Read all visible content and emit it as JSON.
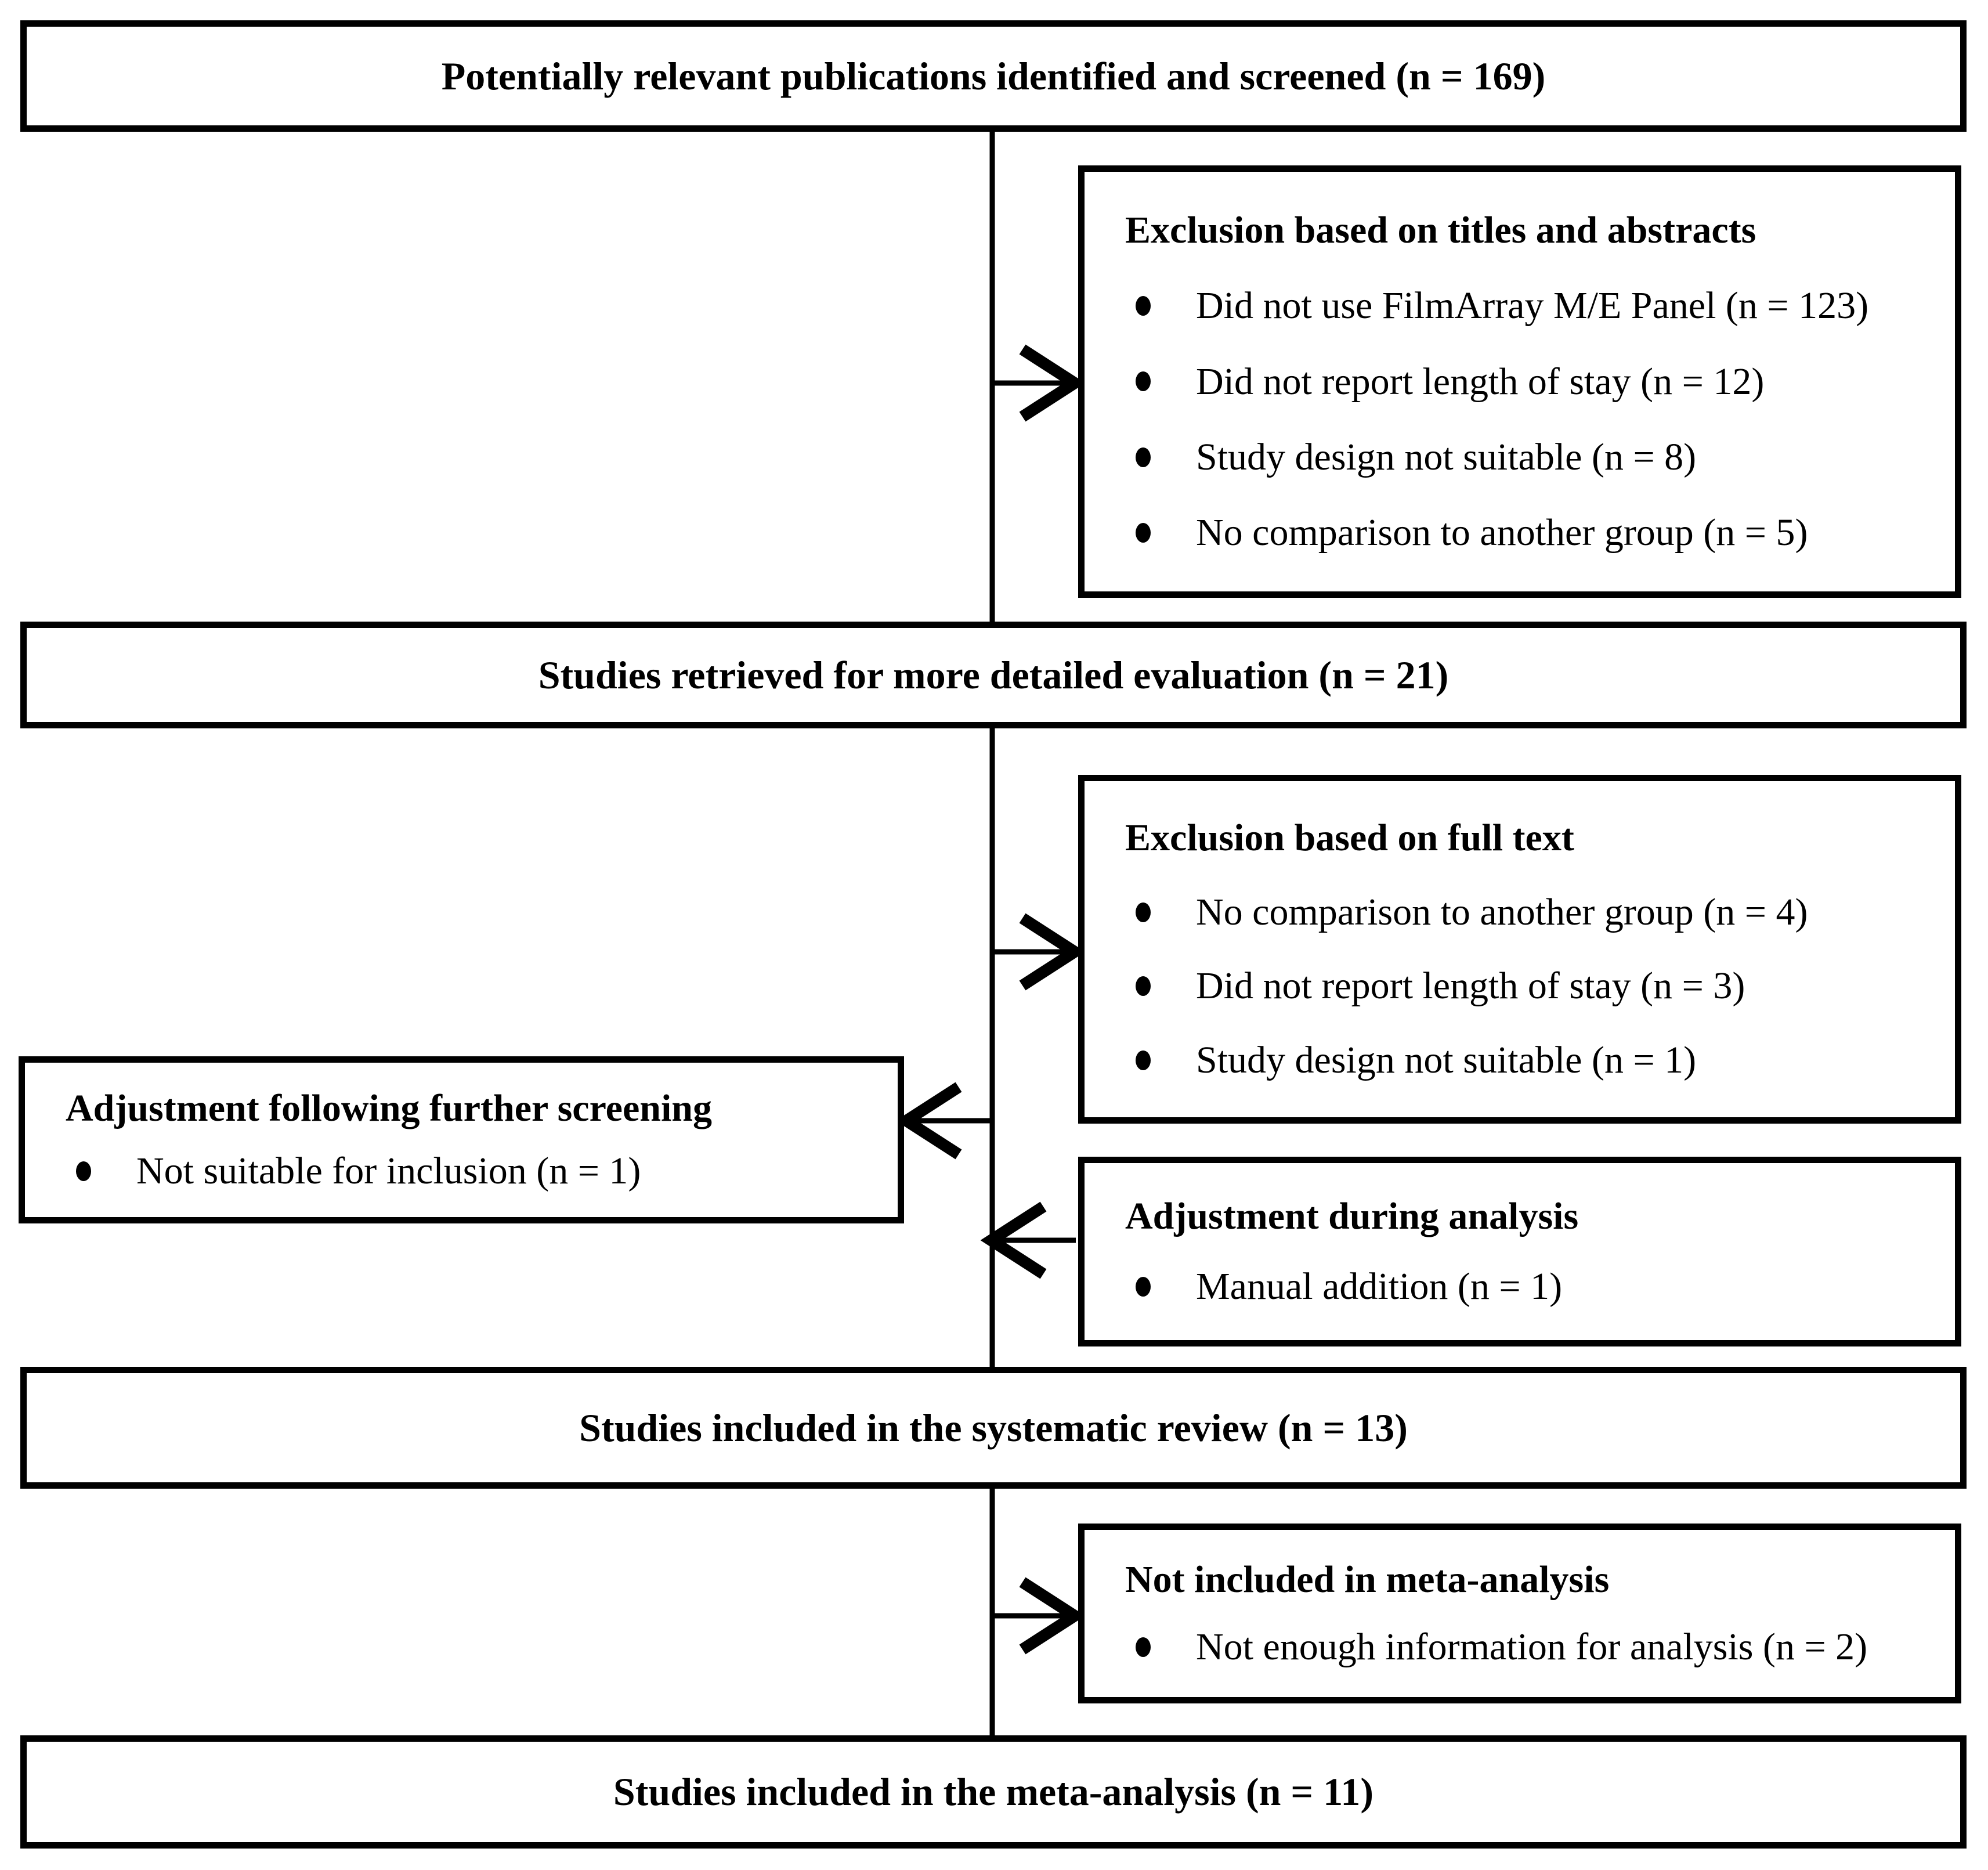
{
  "colors": {
    "ink": "#000000",
    "paper": "#ffffff"
  },
  "flow": {
    "identified": {
      "label": "Potentially relevant publications identified and screened (n = 169)"
    },
    "exclusion_titles_abstracts": {
      "title": "Exclusion based on titles and abstracts",
      "items": [
        "Did not use FilmArray M/E Panel (n = 123)",
        "Did not report length of stay (n = 12)",
        "Study design not suitable (n = 8)",
        "No comparison to another group (n = 5)"
      ]
    },
    "retrieved": {
      "label": "Studies retrieved for more detailed evaluation (n = 21)"
    },
    "exclusion_full_text": {
      "title": "Exclusion based on full text",
      "items": [
        "No comparison to another group (n = 4)",
        "Did not report length of stay (n = 3)",
        "Study design not suitable (n = 1)"
      ]
    },
    "adjustment_screening": {
      "title": "Adjustment following further screening",
      "items": [
        "Not suitable for inclusion (n = 1)"
      ]
    },
    "adjustment_analysis": {
      "title": "Adjustment during analysis",
      "items": [
        "Manual addition (n = 1)"
      ]
    },
    "systematic_review": {
      "label": "Studies included in the systematic review (n = 13)"
    },
    "not_in_meta": {
      "title": "Not included in meta-analysis",
      "items": [
        "Not enough information for analysis (n = 2)"
      ]
    },
    "meta_analysis": {
      "label": "Studies included in the meta-analysis (n = 11)"
    }
  }
}
